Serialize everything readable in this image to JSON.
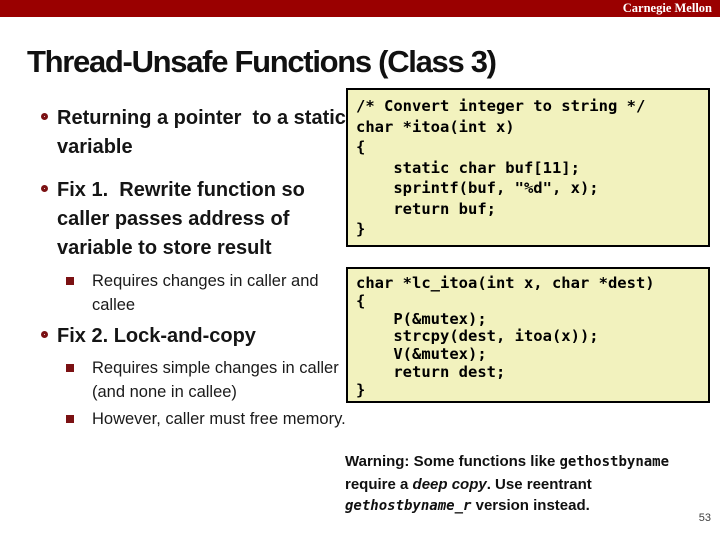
{
  "header": {
    "brand": "Carnegie Mellon"
  },
  "title": "Thread-Unsafe Functions (Class 3)",
  "bullets": {
    "b1": "Returning a pointer  to a static variable",
    "b2": "Fix 1.  Rewrite function so caller passes address of variable to store result",
    "b2_sub1": "Requires changes in caller and callee",
    "b3": "Fix 2. Lock-and-copy",
    "b3_sub1": "Requires simple changes in caller (and none in callee)",
    "b3_sub2": "However, caller must free memory."
  },
  "code_block_1": "/* Convert integer to string */\nchar *itoa(int x)\n{\n    static char buf[11];\n    sprintf(buf, \"%d\", x);\n    return buf;\n}",
  "code_block_2": "char *lc_itoa(int x, char *dest)\n{\n    P(&mutex);\n    strcpy(dest, itoa(x));\n    V(&mutex);\n    return dest;\n}",
  "warning": {
    "segments": [
      {
        "text": "Warning: Some functions like ",
        "style": "sans"
      },
      {
        "text": "gethostbyname",
        "style": "mono"
      },
      {
        "text": " require a ",
        "style": "sans"
      },
      {
        "text": "deep copy",
        "style": "italic"
      },
      {
        "text": ". Use reentrant ",
        "style": "sans"
      },
      {
        "text": "gethostbyname_r",
        "style": "mono-italic"
      },
      {
        "text": " version instead.",
        "style": "sans"
      }
    ]
  },
  "page_number": "53",
  "colors": {
    "bar_red": "#9a0000",
    "bullet_maroon": "#7b1113",
    "code_bg": "#f2f2be"
  }
}
